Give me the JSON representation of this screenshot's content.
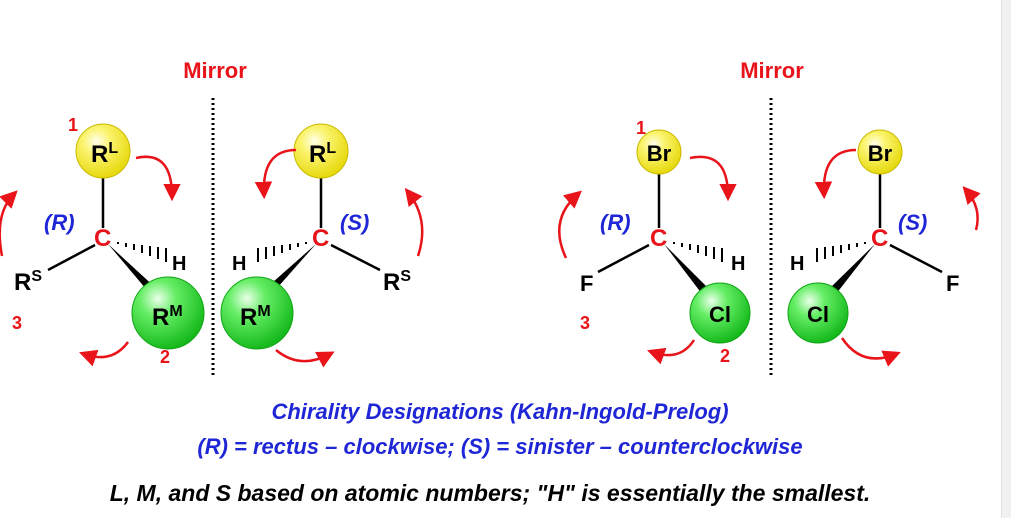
{
  "mirror_label": "Mirror",
  "left": {
    "top_group": "R",
    "top_sup": "L",
    "left_group": "R",
    "left_sup": "S",
    "bottom_group": "R",
    "bottom_sup": "M",
    "center": "C",
    "hydrogen": "H",
    "config_R": "(R)",
    "config_S": "(S)",
    "rank1": "1",
    "rank2": "2",
    "rank3": "3"
  },
  "right": {
    "top_group": "Br",
    "left_group": "F",
    "bottom_group": "Cl",
    "center": "C",
    "hydrogen": "H",
    "config_R": "(R)",
    "config_S": "(S)",
    "rank1": "1",
    "rank2": "2",
    "rank3": "3"
  },
  "captions": {
    "line1": "Chirality Designations (Kahn-Ingold-Prelog)",
    "line2": "(R) = rectus – clockwise;  (S) = sinister – counterclockwise",
    "line3": "L, M, and S based on atomic numbers; \"H\" is essentially the smallest."
  },
  "colors": {
    "red": "#e8141a",
    "blue": "#1f26d6",
    "yellow_ball": "#f6ef24",
    "green_ball": "#27d12e",
    "mirror_dots": "#000000"
  }
}
